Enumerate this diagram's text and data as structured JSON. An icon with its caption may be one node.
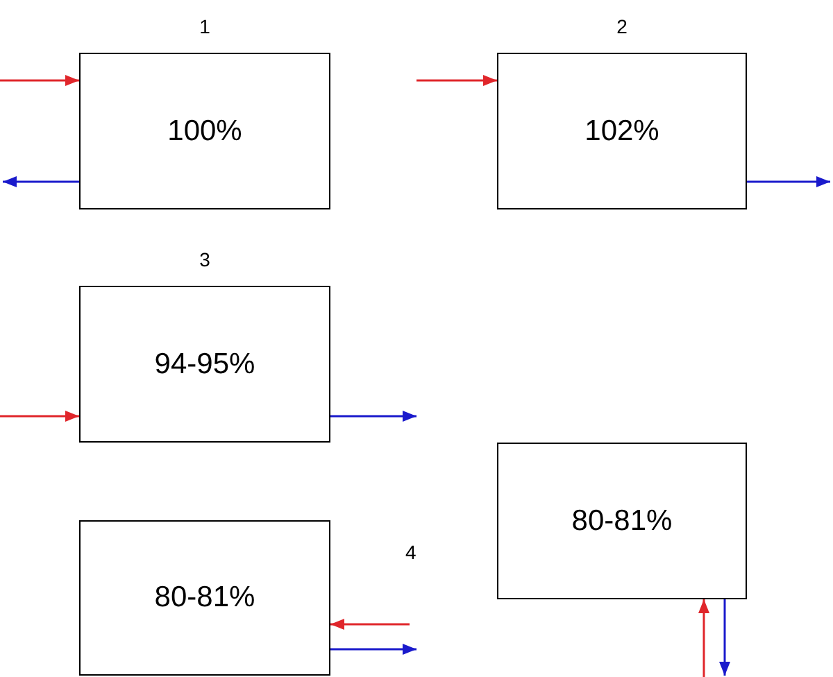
{
  "diagram": {
    "nodes": [
      {
        "text": [
          "1",
          "100%"
        ]
      },
      {
        "text": [
          "2",
          "102%"
        ]
      },
      {
        "text": [
          "3",
          "94-95%"
        ]
      },
      {
        "text": [
          "80-81%"
        ]
      },
      {
        "text": [
          "80-81%"
        ]
      }
    ],
    "edges": [
      {
        "from": null,
        "to": 0,
        "arrow": "to",
        "color": "#e0262b"
      },
      {
        "from": 0,
        "to": null,
        "arrow": "to",
        "color": "#1a1acc"
      },
      {
        "from": null,
        "to": 1,
        "arrow": "to",
        "color": "#e0262b"
      },
      {
        "from": 1,
        "to": null,
        "arrow": "to",
        "color": "#1a1acc"
      },
      {
        "from": null,
        "to": 2,
        "arrow": "to",
        "color": "#e0262b"
      },
      {
        "from": 2,
        "to": null,
        "arrow": "to",
        "color": "#1a1acc"
      },
      {
        "from": null,
        "to": 3,
        "arrow": "to",
        "color": "#e0262b"
      },
      {
        "from": 3,
        "to": null,
        "arrow": "to",
        "color": "#1a1acc"
      },
      {
        "from": null,
        "to": 4,
        "arrow": "to",
        "color": "#e0262b"
      },
      {
        "from": 4,
        "to": null,
        "arrow": "to",
        "color": "#1a1acc"
      }
    ],
    "labels": [
      "4"
    ]
  }
}
